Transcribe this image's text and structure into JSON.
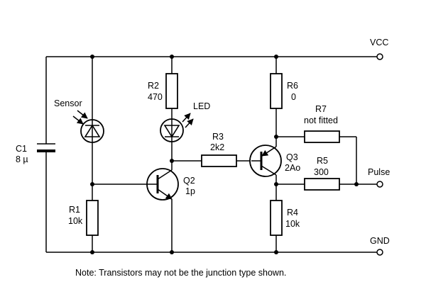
{
  "rails": {
    "vcc": "VCC",
    "gnd": "GND",
    "pulse": "Pulse"
  },
  "components": {
    "c1": {
      "name": "C1",
      "value": "8 µ"
    },
    "sensor": {
      "name": "Sensor"
    },
    "r1": {
      "name": "R1",
      "value": "10k"
    },
    "r2": {
      "name": "R2",
      "value": "470"
    },
    "led": {
      "name": "LED"
    },
    "q2": {
      "name": "Q2",
      "value": "1p"
    },
    "r3": {
      "name": "R3",
      "value": "2k2"
    },
    "r6": {
      "name": "R6",
      "value": "0"
    },
    "r7": {
      "name": "R7",
      "value": "not fitted"
    },
    "q3": {
      "name": "Q3",
      "value": "2Ao"
    },
    "r5": {
      "name": "R5",
      "value": "300"
    },
    "r4": {
      "name": "R4",
      "value": "10k"
    }
  },
  "note": "Note: Transistors may not be the junction type shown."
}
